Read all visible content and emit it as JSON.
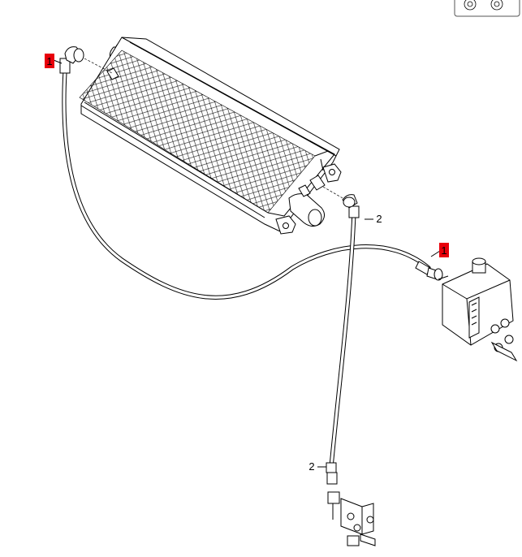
{
  "callouts": [
    {
      "id": "callout-1-left",
      "label": "1",
      "highlighted": true
    },
    {
      "id": "callout-1-right",
      "label": "1",
      "highlighted": true
    },
    {
      "id": "callout-2-upper",
      "label": "2",
      "highlighted": false
    },
    {
      "id": "callout-2-lower",
      "label": "2",
      "highlighted": false
    }
  ],
  "colors": {
    "highlight": "#e8000b",
    "line": "#000000",
    "background": "#ffffff"
  },
  "parts": [
    "radiator-cooler",
    "hydraulic-hose-1",
    "hydraulic-hose-2",
    "control-valve-block",
    "lower-valve-fitting",
    "thumbnail-fragment"
  ]
}
